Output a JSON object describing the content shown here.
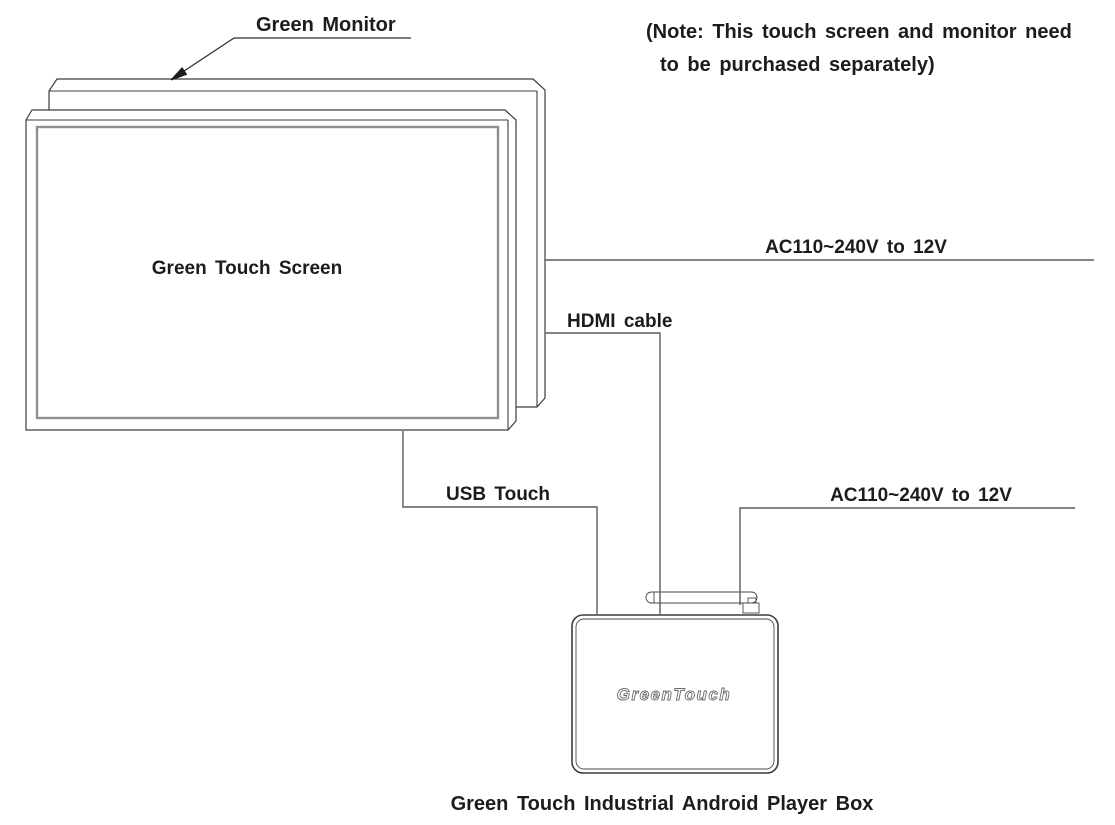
{
  "diagram": {
    "monitor_label": "Green Monitor",
    "note": {
      "line1": "(Note: This touch screen and monitor need",
      "line2": "to be purchased separately)"
    },
    "touch_screen_label": "Green Touch Screen",
    "connections": {
      "ac_power_top": "AC110~240V to 12V",
      "hdmi": "HDMI cable",
      "usb": "USB Touch",
      "ac_power_bottom": "AC110~240V to 12V"
    },
    "player_box": {
      "logo": "GreenTouch",
      "caption": "Green Touch Industrial Android Player Box"
    },
    "colors": {
      "line": "#3d3d3d",
      "cable": "#5a5a5a",
      "screen_border": "#8f8f8f",
      "text": "#1c1c1c",
      "background": "#ffffff"
    }
  }
}
